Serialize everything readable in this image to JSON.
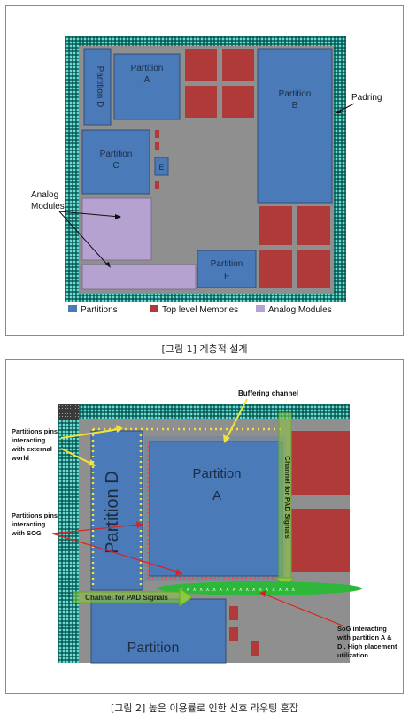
{
  "figure1": {
    "caption": "[그림 1] 계층적 설계",
    "blocks": {
      "partition_d": "Partition D",
      "partition_a_line1": "Partition",
      "partition_a_line2": "A",
      "partition_b_line1": "Partition",
      "partition_b_line2": "B",
      "partition_c_line1": "Partition",
      "partition_c_line2": "C",
      "partition_e": "E",
      "partition_f_line1": "Partition",
      "partition_f_line2": "F"
    },
    "annotations": {
      "padring": "Padring",
      "analog_line1": "Analog",
      "analog_line2": "Modules"
    },
    "legend": [
      {
        "label": "Partitions",
        "color": "#4a7ab8"
      },
      {
        "label": "Top level Memories",
        "color": "#b03a3a"
      },
      {
        "label": "Analog Modules",
        "color": "#b5a2d0"
      }
    ]
  },
  "figure2": {
    "caption": "[그림 2] 높은 이용률로 인한 신호 라우팅 혼잡",
    "blocks": {
      "partition_d_large": "Partition D",
      "partition_a_line1": "Partition",
      "partition_a_line2": "A",
      "partition_bottom": "Partition"
    },
    "annotations": {
      "buffering_channel": "Buffering channel",
      "pins_external_1": "Partitions pins",
      "pins_external_2": "interacting",
      "pins_external_3": "with external",
      "pins_external_4": "world",
      "pins_sog_1": "Partitions pins",
      "pins_sog_2": "interacting",
      "pins_sog_3": "with SOG",
      "channel_pad_vertical": "Channel for PAD Signals",
      "channel_pad_horizontal": "Channel for PAD Signals",
      "sog_1": "SoG interacting",
      "sog_2": "with partition A &",
      "sog_3": "D , High placement",
      "sog_4": "utilization"
    }
  },
  "colors": {
    "partition_blue": "#4a7ab8",
    "memory_red": "#b03a3a",
    "analog_purple": "#b5a2d0",
    "padring_teal": "#2aa39a",
    "core_gray": "#8f8f8f",
    "sog_green": "#2eb83a",
    "channel_green": "#7cc43c"
  }
}
